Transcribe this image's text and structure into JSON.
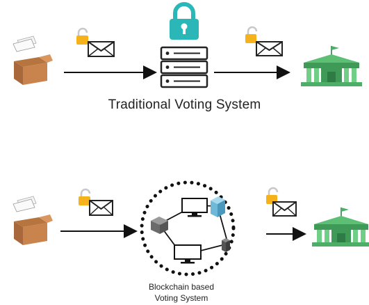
{
  "sections": {
    "traditional": {
      "caption": "Traditional Voting System"
    },
    "blockchain": {
      "caption_line1": "Blockchain based",
      "caption_line2": "Voting System"
    }
  },
  "icons": [
    "ballot-box-icon",
    "padlock-icon",
    "envelope-icon",
    "server-icon",
    "government-building-icon",
    "network-ring-icon",
    "monitor-icon",
    "database-server-icon"
  ],
  "colors": {
    "lock": "#f5b21a",
    "large_lock": "#2bb7b8",
    "box": "#c9834d",
    "building": "#4cae67",
    "flag": "#4cae67",
    "device_blue": "#6fb8d8",
    "arrow": "#111111"
  }
}
